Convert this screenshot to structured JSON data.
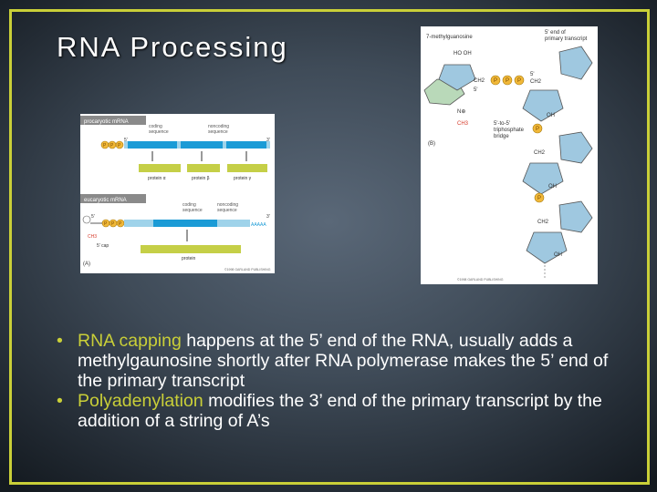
{
  "slide": {
    "title": "RNA Processing",
    "accent_color": "#c9cf38"
  },
  "figure_a": {
    "prokaryotic_label": "procaryotic mRNA",
    "coding_label": "coding\nsequence",
    "noncoding_label": "noncoding\nsequence",
    "five_prime": "5'",
    "three_prime": "3'",
    "phosphate": "P",
    "protein_alpha": "protein α",
    "protein_beta": "protein β",
    "protein_gamma": "protein γ",
    "eukaryotic_label": "eucaryotic mRNA",
    "euk_coding_label": "coding\nsequence",
    "euk_noncoding_label": "noncoding\nsequence",
    "poly_a": "AAAAA",
    "methyl": "CH3",
    "cap_label": "5' cap",
    "protein": "protein",
    "panel_letter": "(A)",
    "copyright": "©1998 GARLAND PUBLISHING"
  },
  "figure_b": {
    "methylguanosine": "7-methylguanosine",
    "end_label": "5' end of\nprimary transcript",
    "ho_oh": "HO  OH",
    "ch2_a": "CH2",
    "five_a": "5'",
    "five_b": "5'",
    "ch2_b": "CH2",
    "n_plus": "N⊕",
    "ch3": "CH3",
    "oh_1": "OH",
    "bridge_label": "5'-to-5'\ntriphosphate\nbridge",
    "ch2_c": "CH2",
    "oh_2": "OH",
    "ch2_d": "CH2",
    "oh_3": "OH",
    "phosphate": "P",
    "panel_letter": "(B)",
    "copyright": "©1998 GARLAND PUBLISHING"
  },
  "bullets": [
    {
      "highlight": "RNA capping",
      "text": " happens at the 5’ end of the RNA, usually adds a methylgaunosine shortly after RNA polymerase makes the 5’ end of the primary transcript"
    },
    {
      "highlight": "Polyadenylation",
      "text": " modifies the 3’ end of the primary transcript by the addition of a string of A’s"
    }
  ]
}
